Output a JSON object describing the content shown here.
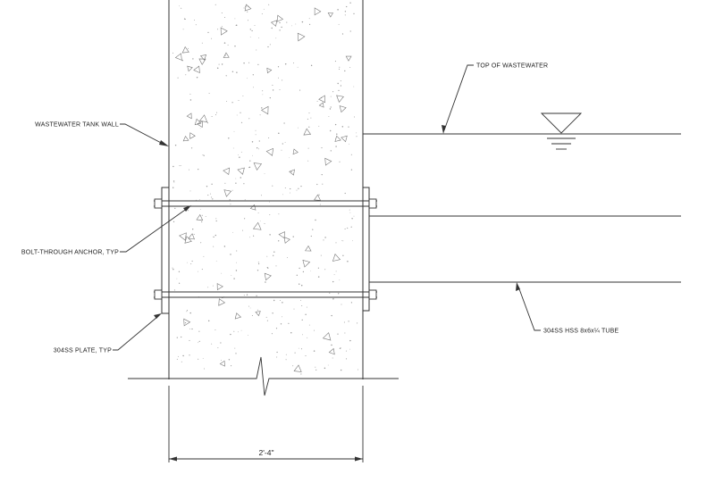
{
  "labels": {
    "tank_wall": "WASTEWATER TANK WALL",
    "top_of_wastewater": "TOP OF WASTEWATER",
    "bolt_anchor": "BOLT-THROUGH ANCHOR, TYP",
    "plate": "304SS PLATE, TYP",
    "hss_tube": "304SS HSS 8x6x¼ TUBE",
    "wall_thickness": "2'-4\""
  },
  "colors": {
    "line": "#333333",
    "concrete_speckle": "#9a9a9a",
    "background": "#ffffff"
  }
}
